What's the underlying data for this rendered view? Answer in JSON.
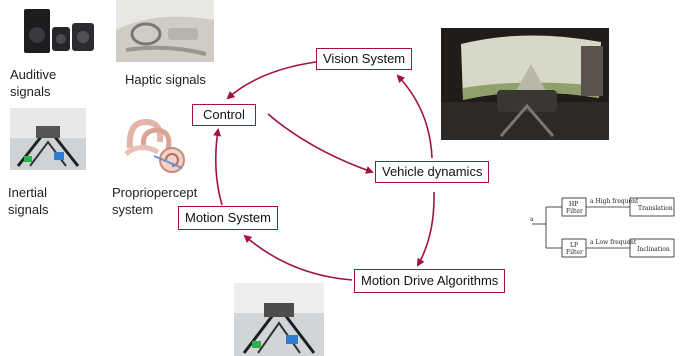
{
  "labels": {
    "auditive": [
      "Auditive",
      "signals"
    ],
    "haptic": "Haptic signals",
    "inertial": [
      "Inertial",
      "signals"
    ],
    "proprio": [
      "Propriopercept",
      "system"
    ]
  },
  "nodes": {
    "vision": "Vision System",
    "control": "Control",
    "vehicle": "Vehicle dynamics",
    "motion_system": "Motion System",
    "mda": "Motion Drive Algorithms"
  },
  "filter": {
    "input": "a",
    "hp": [
      "HP",
      "Filter"
    ],
    "lp": [
      "LP",
      "Filter"
    ],
    "hp_out": "a High frequent",
    "lp_out": "a Low frequent",
    "translation": "Translation",
    "inclination": "Inclination"
  },
  "colors": {
    "arrow": "#a3123a",
    "box_border": "#a3123a"
  }
}
